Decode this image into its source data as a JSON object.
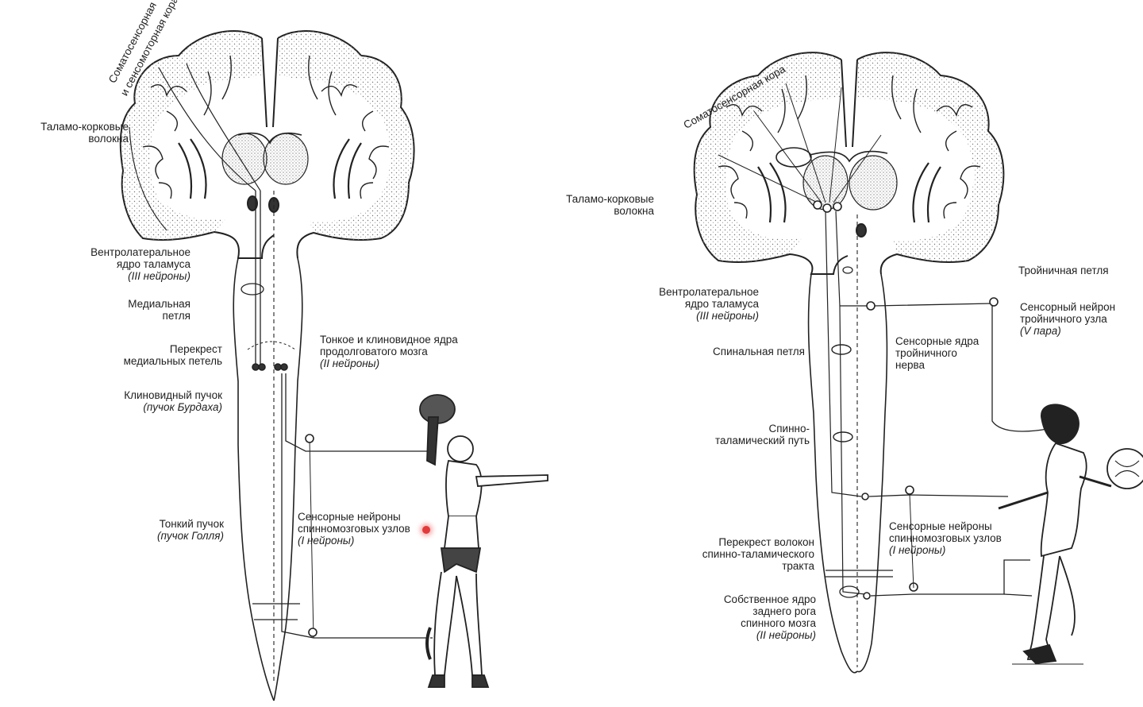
{
  "left": {
    "cortex": "Соматосенсорная",
    "cortex2": "и сенсомоторная кора",
    "thalamo_cortical": [
      "Таламо-корковые",
      "волокна"
    ],
    "vpl": [
      "Вентролатеральное",
      "ядро таламуса",
      "(III нейроны)"
    ],
    "medial_lemniscus": [
      "Медиальная",
      "петля"
    ],
    "decussation": [
      "Перекрест",
      "медиальных петель"
    ],
    "gracile_cuneate_nuclei": [
      "Тонкое и клиновидное ядра",
      "продолговатого мозга",
      "(II нейроны)"
    ],
    "cuneate_fasciculus": [
      "Клиновидный пучок",
      "(пучок Бурдаха)"
    ],
    "gracile_fasciculus": [
      "Тонкий пучок",
      "(пучок Голля)"
    ],
    "sensory_neurons": [
      "Сенсорные нейроны",
      "спинномозговых узлов",
      "(I нейроны)"
    ]
  },
  "right": {
    "cortex": "Соматосенсорная кора",
    "thalamo_cortical": [
      "Таламо-корковые",
      "волокна"
    ],
    "vpl": [
      "Вентролатеральное",
      "ядро таламуса",
      "(III нейроны)"
    ],
    "spinal_lemniscus": "Спинальная петля",
    "spinothalamic": [
      "Спинно-",
      "таламический путь"
    ],
    "decussation": [
      "Перекрест волокон",
      "спинно-таламического",
      "тракта"
    ],
    "proper_nucleus": [
      "Собственное ядро",
      "заднего рога",
      "спинного мозга",
      "(II нейроны)"
    ],
    "trigeminal_lemniscus": "Тройничная петля",
    "trigeminal_neuron": [
      "Сенсорный нейрон",
      "тройничного узла",
      "(V пара)"
    ],
    "trigeminal_nuclei": [
      "Сенсорные ядра",
      "тройничного",
      "нерва"
    ],
    "sensory_neurons": [
      "Сенсорные нейроны",
      "спинномозговых узлов",
      "(I нейроны)"
    ]
  }
}
